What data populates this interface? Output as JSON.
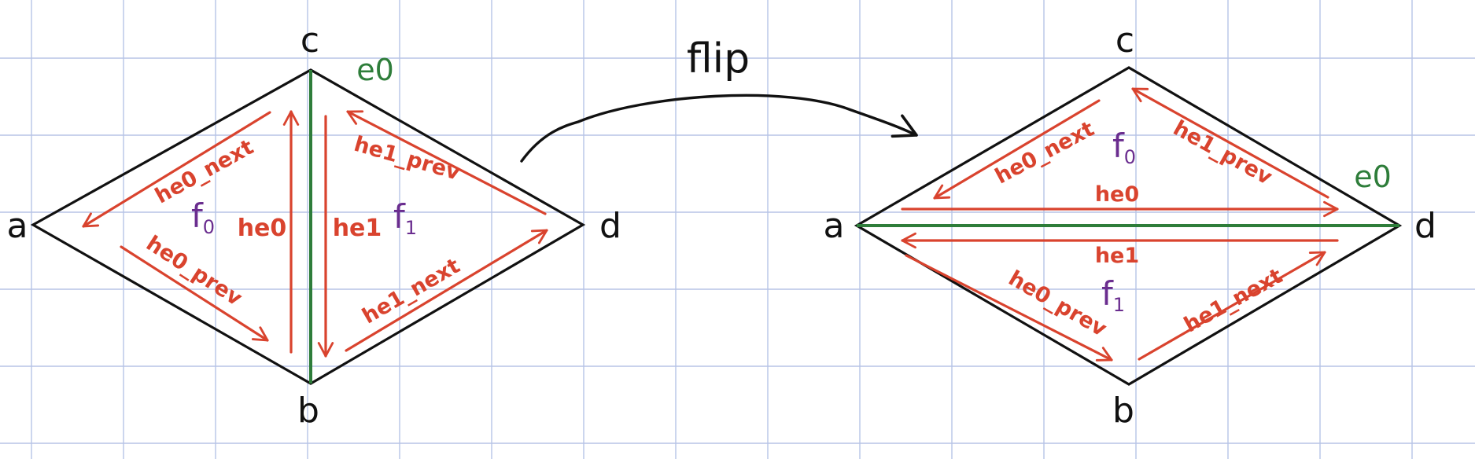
{
  "colors": {
    "grid": "#b7c4e6",
    "outline": "#111111",
    "edge": "#2e7d3a",
    "half_edge": "#d9432e",
    "face": "#6a2d8f"
  },
  "arrow_label": "flip",
  "before": {
    "vertices": {
      "a": "a",
      "b": "b",
      "c": "c",
      "d": "d"
    },
    "edge_label": "e0",
    "faces": {
      "f0": {
        "main": "f",
        "sub": "0"
      },
      "f1": {
        "main": "f",
        "sub": "1"
      }
    },
    "half_edges": {
      "he0": "he0",
      "he1": "he1",
      "he0_next": "he0_next",
      "he0_prev": "he0_prev",
      "he1_next": "he1_next",
      "he1_prev": "he1_prev"
    }
  },
  "after": {
    "vertices": {
      "a": "a",
      "b": "b",
      "c": "c",
      "d": "d"
    },
    "edge_label": "e0",
    "faces": {
      "f0": {
        "main": "f",
        "sub": "0"
      },
      "f1": {
        "main": "f",
        "sub": "1"
      }
    },
    "half_edges": {
      "he0": "he0",
      "he1": "he1",
      "he0_next": "he0_next",
      "he0_prev": "he0_prev",
      "he1_next": "he1_next",
      "he1_prev": "he1_prev"
    }
  }
}
